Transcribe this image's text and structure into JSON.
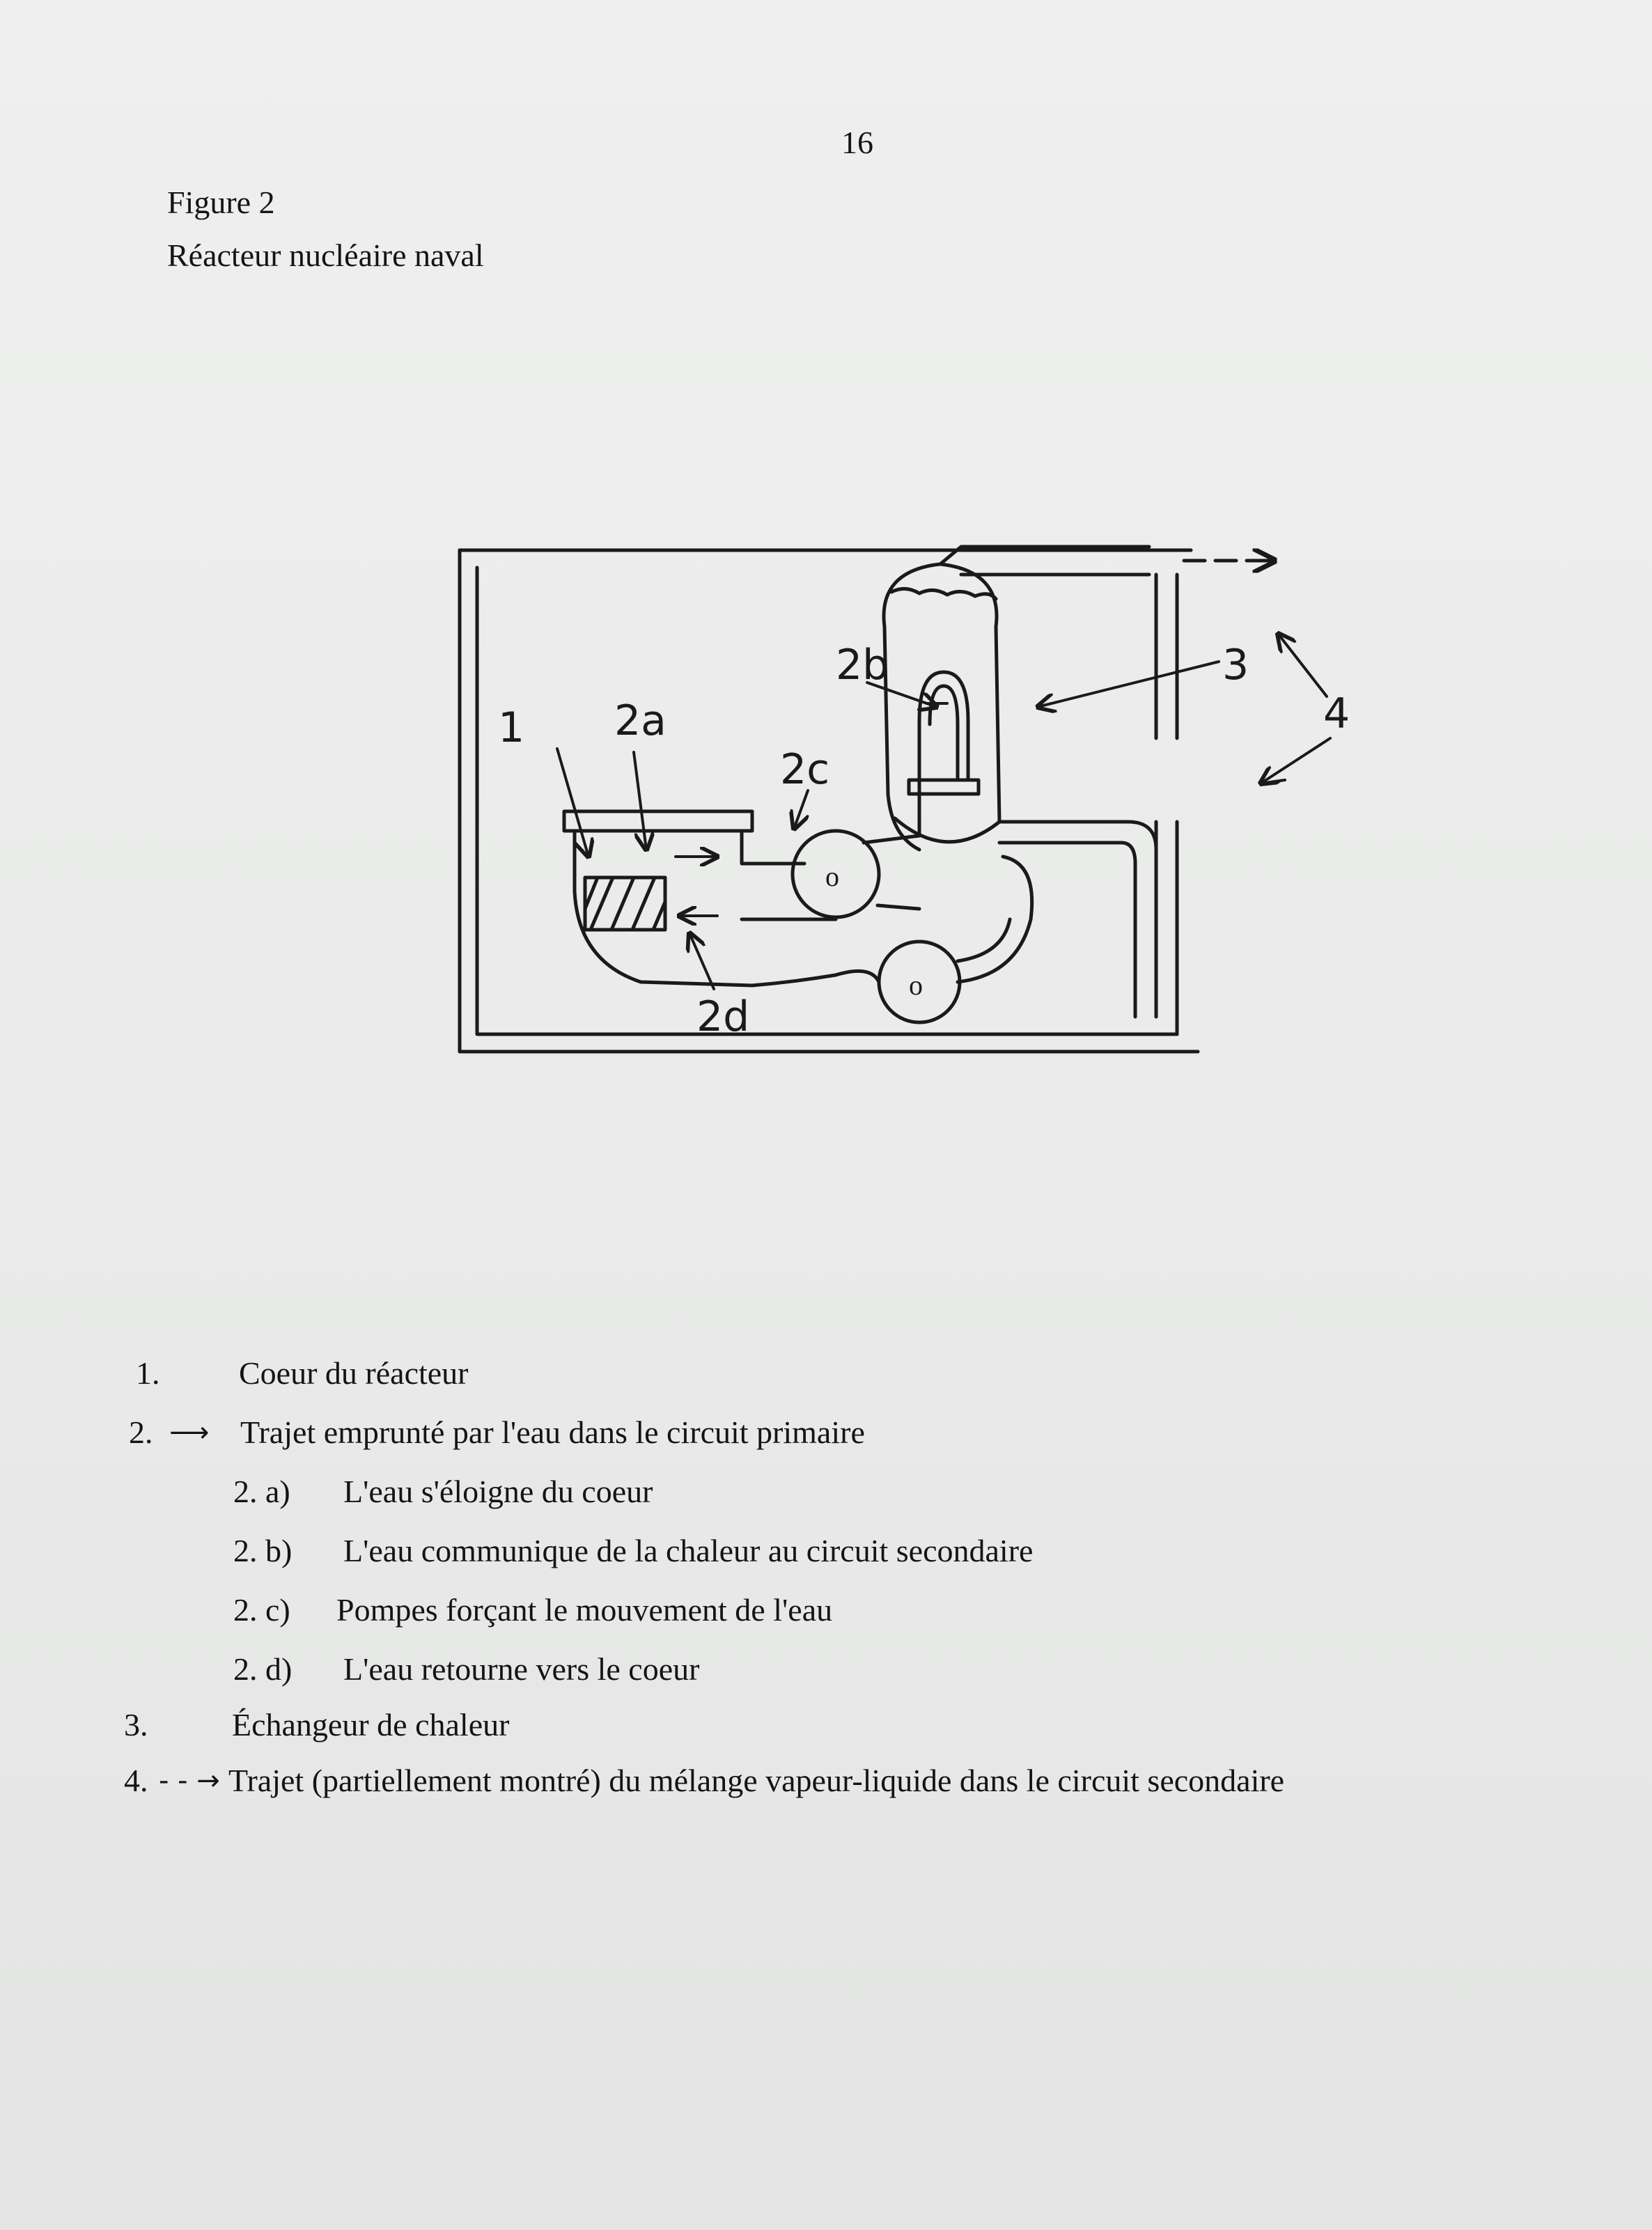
{
  "page_number": "16",
  "figure": {
    "number_label": "Figure 2",
    "title": "Réacteur nucléaire naval"
  },
  "diagram_labels": {
    "l1": "1",
    "l2a": "2a",
    "l2b": "2b",
    "l2c": "2c",
    "l2d": "2d",
    "l3": "3",
    "l4": "4"
  },
  "legend": [
    {
      "num": "1.",
      "text": "Coeur du réacteur"
    },
    {
      "num": "2.",
      "arrow": "solid-arrow",
      "text": "Trajet emprunté par l'eau dans le circuit primaire"
    },
    {
      "num": "2. a)",
      "text": "L'eau s'éloigne du coeur"
    },
    {
      "num": "2. b)",
      "text": "L'eau communique de la chaleur au circuit secondaire"
    },
    {
      "num": "2. c)",
      "text": "Pompes forçant le mouvement de l'eau"
    },
    {
      "num": "2. d)",
      "text": "L'eau retourne vers le coeur"
    },
    {
      "num": "3.",
      "text": "Échangeur de chaleur"
    },
    {
      "num": "4.",
      "arrow": "dashed-arrow",
      "text": "Trajet (partiellement montré) du mélange vapeur-liquide dans le circuit secondaire"
    }
  ]
}
